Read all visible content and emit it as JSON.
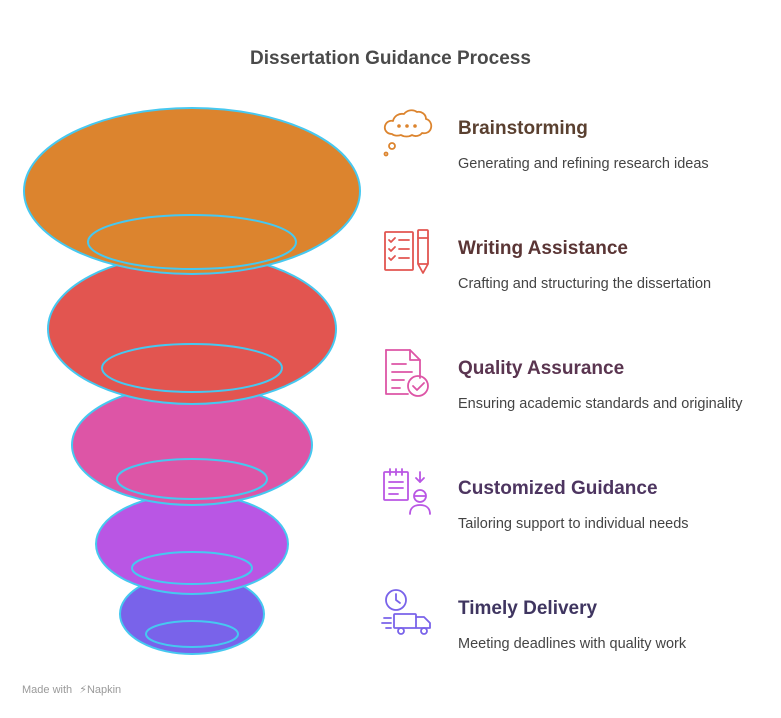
{
  "title": "Dissertation Guidance Process",
  "colors": {
    "outline": "#46c8f0",
    "layer1": "#dc842e",
    "layer2": "#e25550",
    "layer3": "#dd55a6",
    "layer4": "#b956e4",
    "layer5": "#7963ea"
  },
  "steps": [
    {
      "title": "Brainstorming",
      "description": "Generating and refining research ideas",
      "icon": "thought-bubble-icon",
      "color": "#dc842e",
      "text_color": "#5a4030"
    },
    {
      "title": "Writing Assistance",
      "description": "Crafting and structuring the dissertation",
      "icon": "checklist-pen-icon",
      "color": "#e25550",
      "text_color": "#5a3535"
    },
    {
      "title": "Quality Assurance",
      "description": "Ensuring academic standards and originality",
      "icon": "document-check-icon",
      "color": "#dd55a6",
      "text_color": "#5a3550"
    },
    {
      "title": "Customized Guidance",
      "description": "Tailoring support to individual needs",
      "icon": "calendar-person-icon",
      "color": "#b956e4",
      "text_color": "#4d3560"
    },
    {
      "title": "Timely Delivery",
      "description": "Meeting deadlines with quality work",
      "icon": "clock-truck-icon",
      "color": "#7963ea",
      "text_color": "#3f3560"
    }
  ],
  "footer": {
    "prefix": "Made with",
    "brand": "Napkin"
  }
}
